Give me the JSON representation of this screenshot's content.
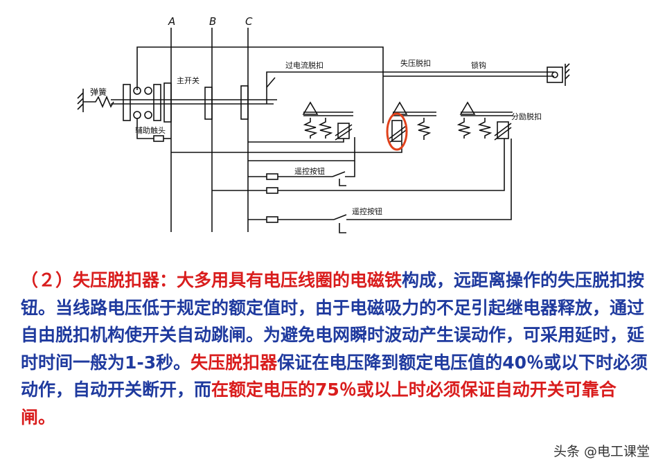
{
  "diagram": {
    "phase_labels": [
      "A",
      "B",
      "C"
    ],
    "labels": {
      "spring": "弹簧",
      "main_switch": "主开关",
      "aux_contact": "辅助触头",
      "overcurrent_release": "过电流脱扣",
      "undervoltage_release": "失压脱扣",
      "latch": "锁钩",
      "shunt_release": "分励脱扣",
      "remote_button_1": "遥控按钮",
      "remote_button_2": "遥控按钮"
    },
    "highlight_color": "#e0411b"
  },
  "description": {
    "segments": [
      {
        "text": "（２）失压脱扣器：大多",
        "color": "red"
      },
      {
        "text": "用具有电压线圈的电磁铁",
        "color": "red"
      },
      {
        "text": "构成，远距离操作的失压脱扣按钮。当线路电压低于规定的额定值时，由于电磁吸力的不足引起继电器释放，通过自由脱扣机构使开关自动跳闸。为避免电网瞬时波动产生误动作，可采用延时，延时时间一般为1-3秒。",
        "color": "blue"
      },
      {
        "text": "失压脱扣器",
        "color": "red"
      },
      {
        "text": "保证在电压降到额定电压值的40％或以下时必须动作，自动开关断开，而",
        "color": "blue"
      },
      {
        "text": "在额定电压的75％或以上时必须保证自动开关可靠合闸。",
        "color": "red"
      }
    ]
  },
  "watermark": "头条 @电工课堂"
}
